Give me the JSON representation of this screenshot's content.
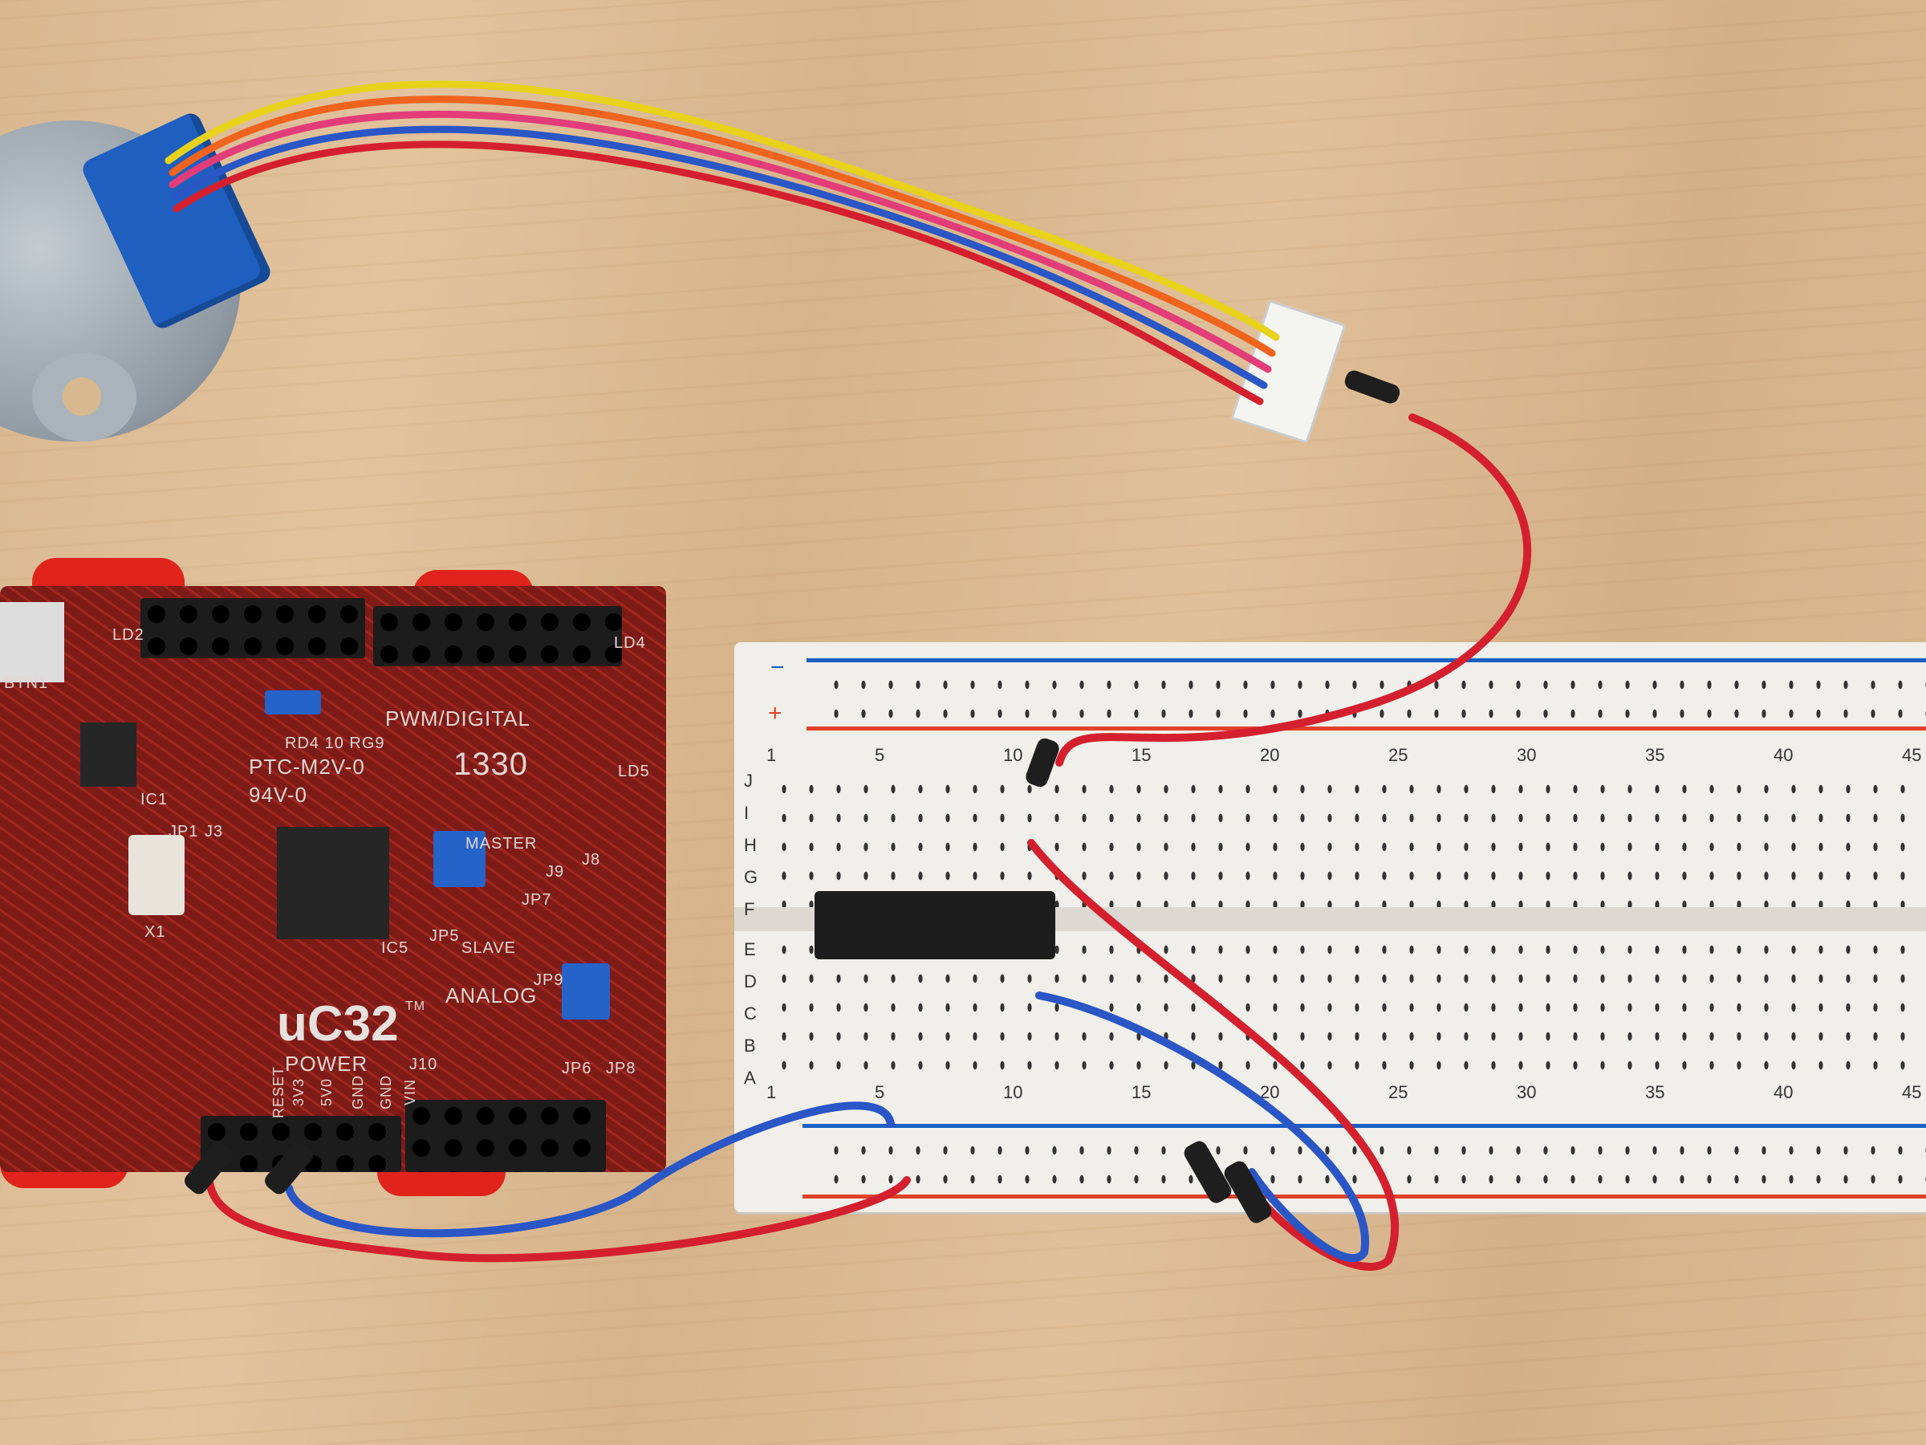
{
  "scene": {
    "description": "Top-down photo of a chipKIT uC32 board wired to a breadboard with a DIP driver IC, driving a 5-wire stepper motor",
    "objects": [
      "stepper-motor",
      "uC32-board",
      "breadboard",
      "dip-ic",
      "jumper-wires",
      "5-pin-connector"
    ]
  },
  "board": {
    "logo": "uC32",
    "trademark": "TM",
    "labels": {
      "pwm": "PWM/DIGITAL",
      "analog": "ANALOG",
      "power": "POWER",
      "master": "MASTER",
      "slave": "SLAVE",
      "rd": "RD4 10 RG9",
      "fab1": "PTC-M2V-0",
      "fab2": "94V-0",
      "date": "1330",
      "btn": "BTN1",
      "ld2": "LD2",
      "ld4": "LD4",
      "ld5": "LD5",
      "ic1": "IC1",
      "ic5": "IC5",
      "x1": "X1",
      "j3": "J3",
      "j8": "J8",
      "j9": "J9",
      "j10": "J10",
      "jp1": "JP1",
      "jp5": "JP5",
      "jp6": "JP6",
      "jp7": "JP7",
      "jp8": "JP8",
      "jp9": "JP9",
      "reset": "RESET",
      "v33": "3V3",
      "v50": "5V0",
      "gnd1": "GND",
      "gnd2": "GND",
      "vin": "VIN"
    }
  },
  "breadboard": {
    "rail_minus": "−",
    "rail_plus": "+",
    "rows_top": [
      "J",
      "I",
      "H",
      "G",
      "F"
    ],
    "rows_bottom": [
      "E",
      "D",
      "C",
      "B",
      "A"
    ],
    "columns": [
      "1",
      "5",
      "10",
      "15",
      "20",
      "25",
      "30",
      "35",
      "40",
      "45"
    ]
  },
  "colors": {
    "wood": "#dcbc95",
    "board_red": "#7d1b17",
    "bumper": "#e0231c",
    "breadboard": "#f1efea",
    "wire_red": "#d4202e",
    "wire_blue": "#2a56c6",
    "wire_yellow": "#e8d21a",
    "wire_orange": "#f0641e",
    "wire_pink": "#e33d79"
  }
}
